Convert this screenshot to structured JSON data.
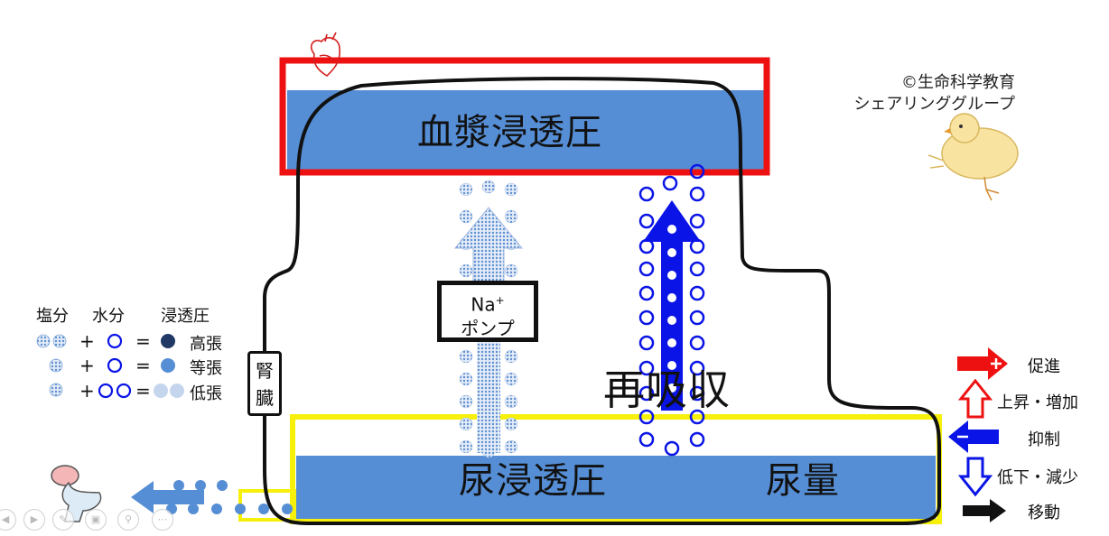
{
  "labels": {
    "plasma_osmotic_pressure": "血漿浸透圧",
    "urine_osmotic_pressure": "尿浸透圧",
    "urine_volume": "尿量",
    "reabsorption": "再吸収",
    "kidney_line1": "腎",
    "kidney_line2": "臓",
    "pump_line1": "Na",
    "pump_sup": "+",
    "pump_line2": "ポンプ"
  },
  "copyright": {
    "line1": "©生命科学教育",
    "line2": "シェアリンググループ"
  },
  "legend": {
    "headers": {
      "salt": "塩分",
      "water": "水分",
      "osmotic": "浸透圧"
    },
    "rows": [
      {
        "plus": "+",
        "equals": "=",
        "label": "高張"
      },
      {
        "plus": "+",
        "equals": "=",
        "label": "等張"
      },
      {
        "plus": "+",
        "equals": "=",
        "label": "低張"
      }
    ]
  },
  "arrow_key": {
    "promote": "促進",
    "increase": "上昇・増加",
    "inhibit": "抑制",
    "decrease": "低下・減少",
    "move": "移動"
  },
  "colors": {
    "plasma_box_border": "#ee1111",
    "urine_box_border": "#f6f00a",
    "fluid_fill": "#558ed5",
    "water_arrow": "#0a14e6",
    "hypertonic": "#1f3864",
    "isotonic": "#558ed5",
    "hypotonic": "#c5d5ee",
    "outflow_dots": "#558ed5"
  },
  "icons": [
    "heart-icon",
    "chick-illustration",
    "toilet-icon",
    "salt-particle-icon",
    "water-particle-icon",
    "promote-arrow-icon",
    "increase-arrow-icon",
    "inhibit-arrow-icon",
    "decrease-arrow-icon",
    "move-arrow-icon"
  ]
}
